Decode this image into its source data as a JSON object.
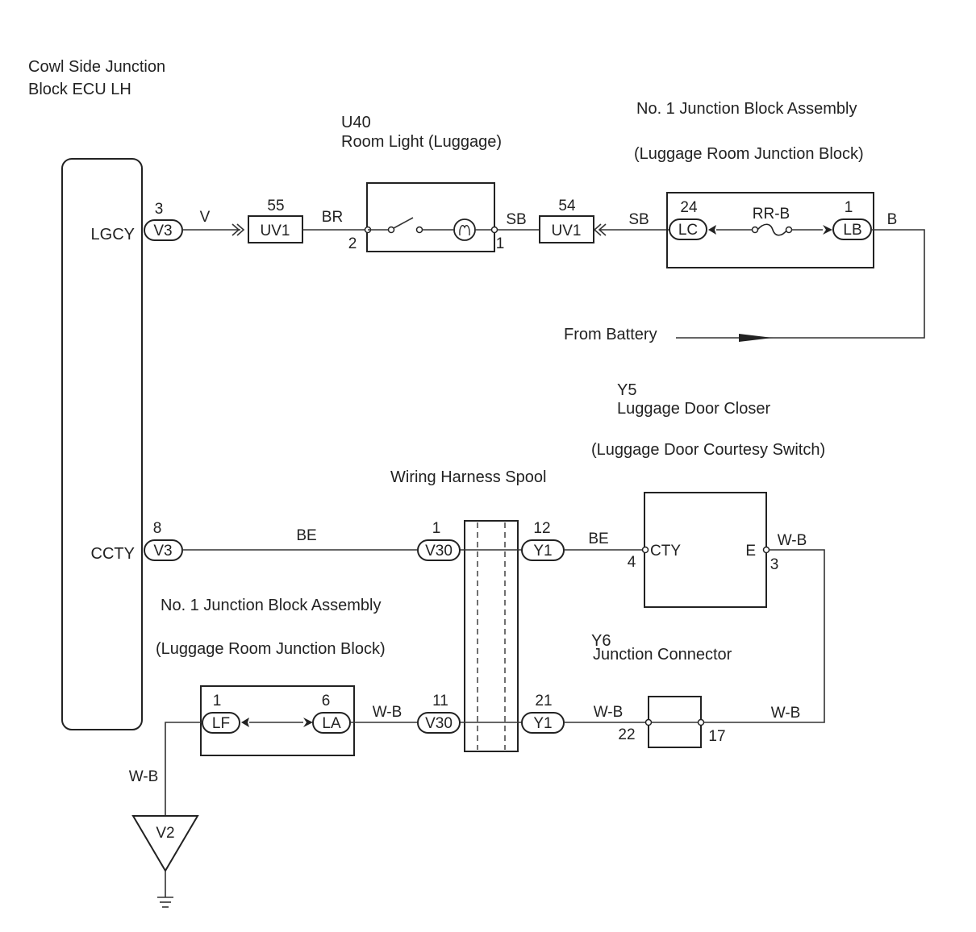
{
  "ecu": {
    "title_line1": "Cowl Side Junction",
    "title_line2": "Block ECU LH",
    "terminal_top": "LGCY",
    "terminal_bottom": "CCTY"
  },
  "room_light": {
    "code": "U40",
    "name": "Room Light (Luggage)",
    "pin_left": "2",
    "pin_right": "1"
  },
  "jb_top": {
    "name": "No. 1 Junction Block Assembly",
    "sub": "(Luggage Room Junction Block)",
    "pin_left": "24",
    "pin_right": "1",
    "conn_left": "LC",
    "conn_right": "LB",
    "fuse_wire": "RR-B"
  },
  "battery": {
    "label": "From Battery"
  },
  "door_closer": {
    "code": "Y5",
    "name": "Luggage Door Closer",
    "sub": "(Luggage Door Courtesy Switch)",
    "terminal_cty": "CTY",
    "terminal_e": "E",
    "pin_cty": "4",
    "pin_e": "3"
  },
  "spool": {
    "name": "Wiring Harness Spool"
  },
  "jb_bottom": {
    "name": "No. 1 Junction Block Assembly",
    "sub": "(Luggage Room Junction Block)",
    "pin_left": "1",
    "pin_right": "6",
    "conn_left": "LF",
    "conn_right": "LA"
  },
  "junction_connector": {
    "code": "Y6",
    "name": "Junction Connector",
    "pin_left": "22",
    "pin_right": "17"
  },
  "ground": {
    "label": "V2"
  },
  "connectors": {
    "v3_top": {
      "label": "V3",
      "pin": "3"
    },
    "uv1_55": {
      "label": "UV1",
      "pin": "55"
    },
    "uv1_54": {
      "label": "UV1",
      "pin": "54"
    },
    "v3_bottom": {
      "label": "V3",
      "pin": "8"
    },
    "v30_1": {
      "label": "V30",
      "pin": "1"
    },
    "y1_12": {
      "label": "Y1",
      "pin": "12"
    },
    "v30_11": {
      "label": "V30",
      "pin": "11"
    },
    "y1_21": {
      "label": "Y1",
      "pin": "21"
    }
  },
  "wires": {
    "v": "V",
    "br": "BR",
    "sb_1": "SB",
    "sb_2": "SB",
    "b": "B",
    "be_1": "BE",
    "be_2": "BE",
    "wb_jb": "W-B",
    "wb_y1": "W-B",
    "wb_y5": "W-B",
    "wb_y6": "W-B",
    "wb_ground": "W-B"
  }
}
